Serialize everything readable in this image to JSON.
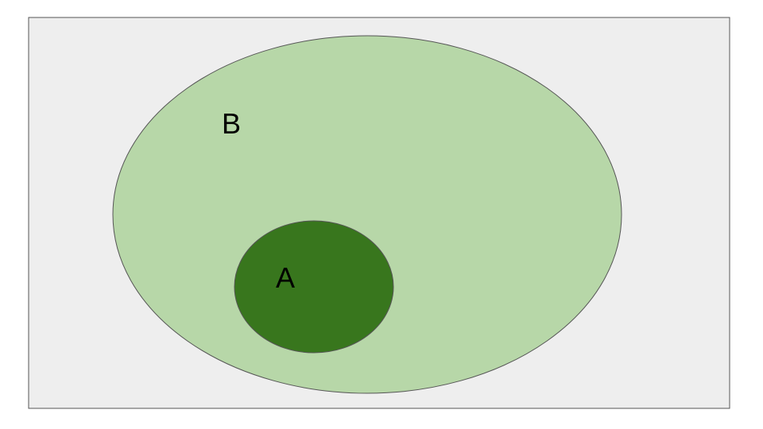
{
  "diagram": {
    "type": "venn-subset",
    "background_color": "#eeeeee",
    "border_color": "#555555",
    "sets": [
      {
        "id": "B",
        "label": "B",
        "fill": "#b7d7a8",
        "stroke": "#555555",
        "contains": [
          "A"
        ]
      },
      {
        "id": "A",
        "label": "A",
        "fill": "#38761d",
        "stroke": "#555555",
        "contains": []
      }
    ]
  }
}
